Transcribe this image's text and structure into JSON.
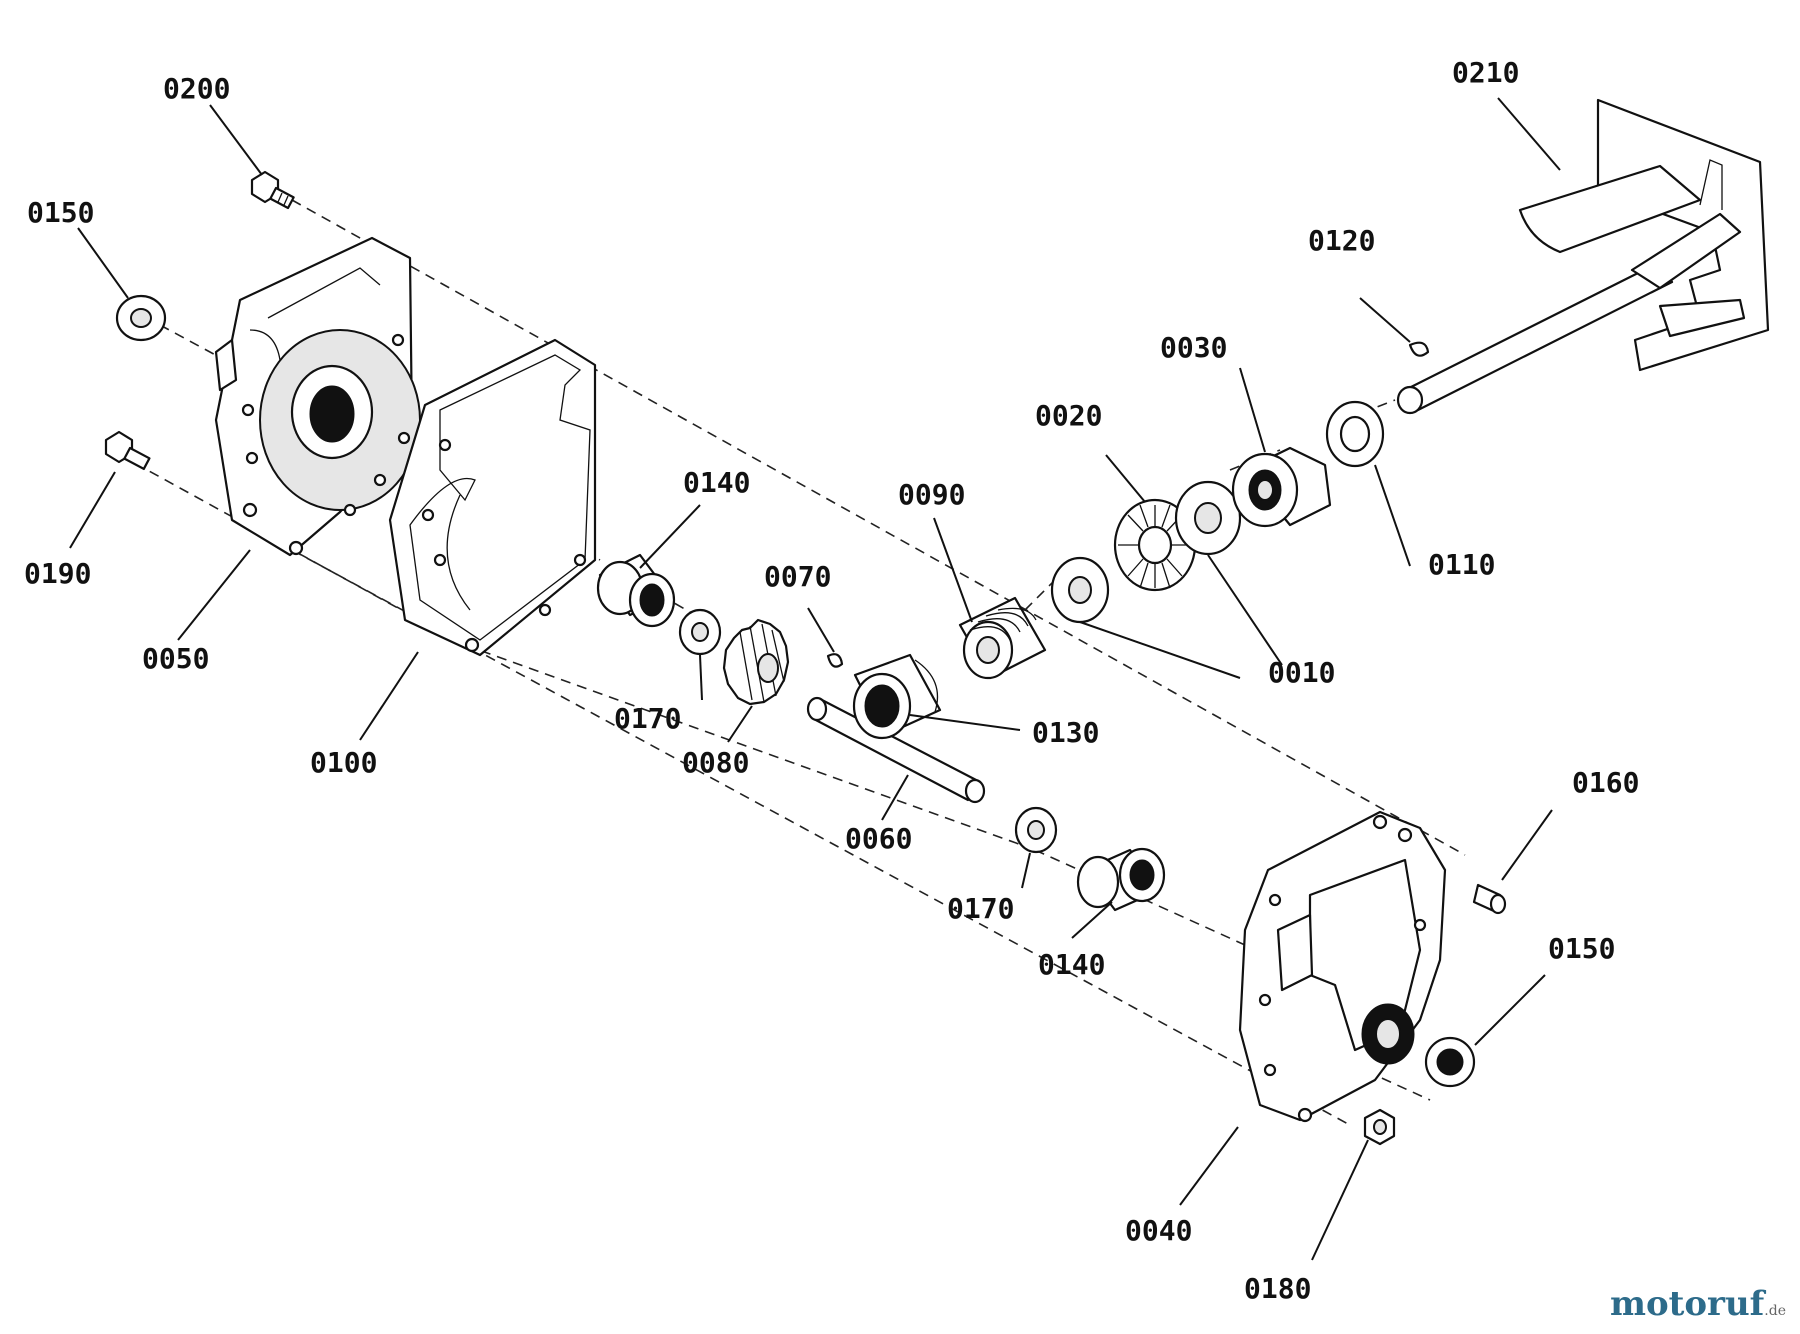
{
  "parts": [
    {
      "id": "p0200",
      "label": "0200"
    },
    {
      "id": "p0150a",
      "label": "0150"
    },
    {
      "id": "p0190",
      "label": "0190"
    },
    {
      "id": "p0050",
      "label": "0050"
    },
    {
      "id": "p0100",
      "label": "0100"
    },
    {
      "id": "p0140a",
      "label": "0140"
    },
    {
      "id": "p0170a",
      "label": "0170"
    },
    {
      "id": "p0080",
      "label": "0080"
    },
    {
      "id": "p0070",
      "label": "0070"
    },
    {
      "id": "p0090",
      "label": "0090"
    },
    {
      "id": "p0130",
      "label": "0130"
    },
    {
      "id": "p0060",
      "label": "0060"
    },
    {
      "id": "p0170b",
      "label": "0170"
    },
    {
      "id": "p0140b",
      "label": "0140"
    },
    {
      "id": "p0020",
      "label": "0020"
    },
    {
      "id": "p0030",
      "label": "0030"
    },
    {
      "id": "p0010",
      "label": "0010"
    },
    {
      "id": "p0110",
      "label": "0110"
    },
    {
      "id": "p0120",
      "label": "0120"
    },
    {
      "id": "p0210",
      "label": "0210"
    },
    {
      "id": "p0160",
      "label": "0160"
    },
    {
      "id": "p0150b",
      "label": "0150"
    },
    {
      "id": "p0040",
      "label": "0040"
    },
    {
      "id": "p0180",
      "label": "0180"
    }
  ],
  "watermark": {
    "brand": "motoruf",
    "tld": ".de"
  }
}
